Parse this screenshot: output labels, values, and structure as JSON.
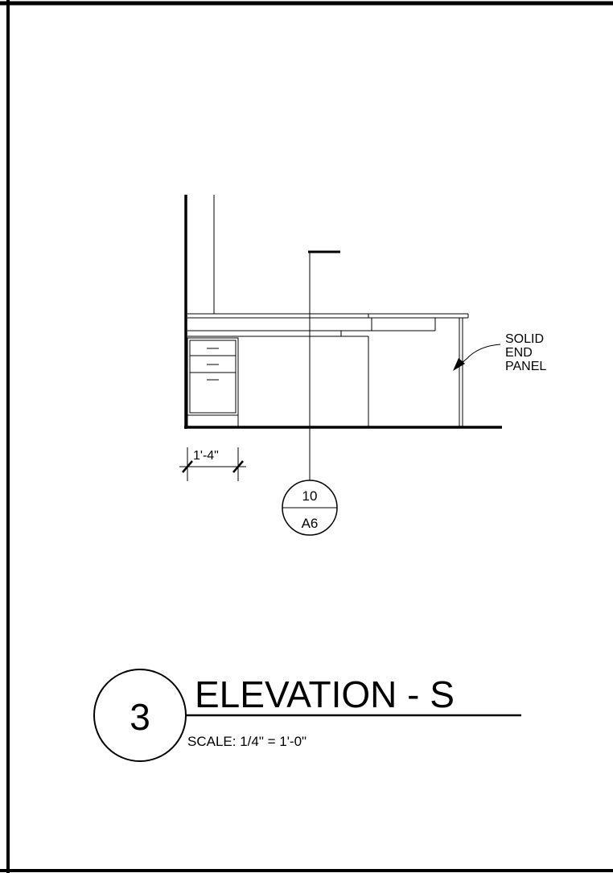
{
  "drawing": {
    "callout_label_line1": "SOLID",
    "callout_label_line2": "END",
    "callout_label_line3": "PANEL",
    "dimension_text": "1'-4\"",
    "section_marker": {
      "detail_number": "10",
      "sheet_number": "A6"
    },
    "view_title": {
      "number": "3",
      "title": "ELEVATION - S",
      "scale": "SCALE: 1/4\" = 1'-0\""
    }
  },
  "colors": {
    "ink": "#000000",
    "paper": "#ffffff"
  }
}
